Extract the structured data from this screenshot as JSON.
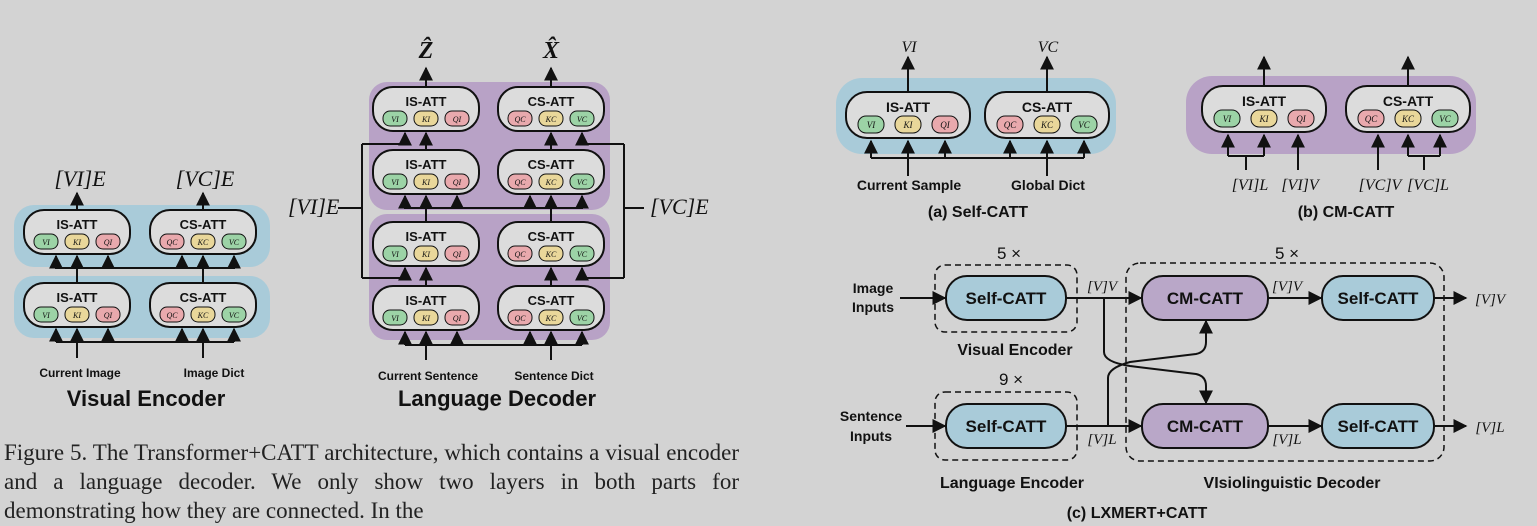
{
  "colors": {
    "background": "#d3d3d3",
    "encoder_band": "#a9cbd9",
    "decoder_band": "#b8a2c6",
    "module_fill": "#dcdcdc",
    "green_token": "#9cd3a6",
    "yellow_token": "#e9d79a",
    "pink_token": "#e9a9ad",
    "catt_box": "#a9cbd9",
    "cm_box": "#b9a7c8"
  },
  "left": {
    "encoder": {
      "out_vi": "[VI]E",
      "out_vc": "[VC]E",
      "title": "Visual Encoder",
      "input_image": "Current Image",
      "input_dict": "Image Dict"
    },
    "decoder": {
      "out_z": "Ẑ",
      "out_x": "X̂",
      "side_left": "[VI]E",
      "side_right": "[VC]E",
      "title": "Language Decoder",
      "input_sentence": "Current Sentence",
      "input_dict": "Sentence Dict"
    },
    "modules": {
      "is": "IS-ATT",
      "cs": "CS-ATT"
    },
    "tokens_is": [
      "VI",
      "KI",
      "QI"
    ],
    "tokens_cs": [
      "QC",
      "KC",
      "VC"
    ]
  },
  "right": {
    "self_catt": {
      "out_vi": "VI",
      "out_vc": "VC",
      "in_sample": "Current Sample",
      "in_dict": "Global Dict",
      "caption": "(a) Self-CATT"
    },
    "cm_catt": {
      "in_1": "[VI]L",
      "in_2": "[VI]V",
      "in_3": "[VC]V",
      "in_4": "[VC]L",
      "caption": "(b) CM-CATT"
    },
    "lxmert": {
      "rep5a": "5 ×",
      "rep5b": "5 ×",
      "rep9": "9 ×",
      "image_inputs_1": "Image",
      "image_inputs_2": "Inputs",
      "sentence_inputs_1": "Sentence",
      "sentence_inputs_2": "Inputs",
      "self_catt": "Self-CATT",
      "cm_catt": "CM-CATT",
      "v_v": "[V]V",
      "v_l": "[V]L",
      "visual_encoder": "Visual Encoder",
      "language_encoder": "Language Encoder",
      "visio_decoder": "VIsiolinguistic Decoder",
      "caption": "(c) LXMERT+CATT"
    }
  },
  "caption": "Figure 5. The Transformer+CATT architecture, which contains a visual encoder and a language decoder. We only show two layers in both parts for demonstrating how they are connected. In the"
}
